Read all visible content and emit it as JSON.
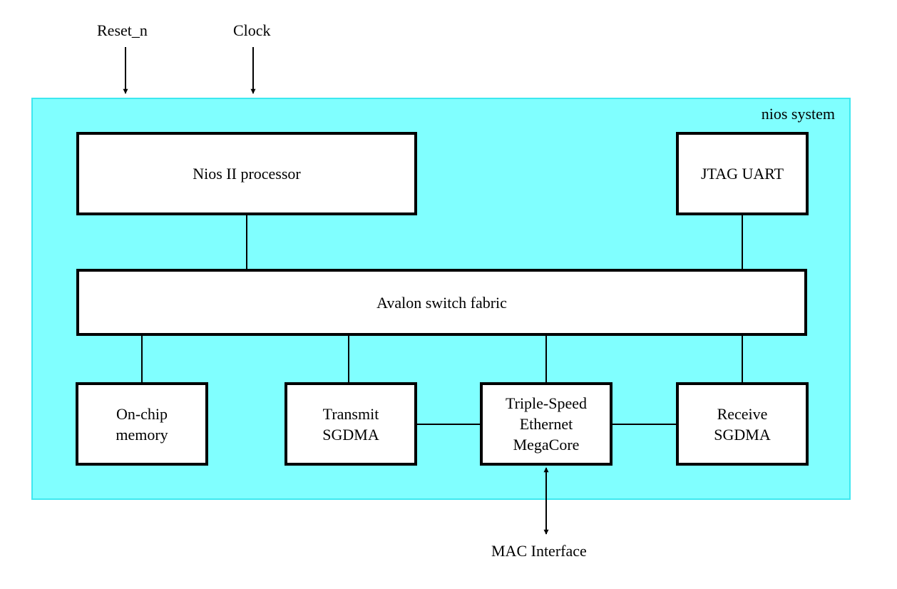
{
  "inputs": {
    "reset": "Reset_n",
    "clock": "Clock"
  },
  "system": {
    "label": "nios system",
    "fill_color": "#80ffff",
    "border_color": "#3ee8f0"
  },
  "blocks": {
    "processor": "Nios II processor",
    "jtag_uart": "JTAG  UART",
    "fabric": "Avalon switch fabric",
    "memory": "On-chip\nmemory",
    "transmit_sgdma": "Transmit\nSGDMA",
    "ethernet": "Triple-Speed\nEthernet\nMegaCore",
    "receive_sgdma": "Receive\nSGDMA"
  },
  "outputs": {
    "mac_interface": "MAC Interface"
  }
}
